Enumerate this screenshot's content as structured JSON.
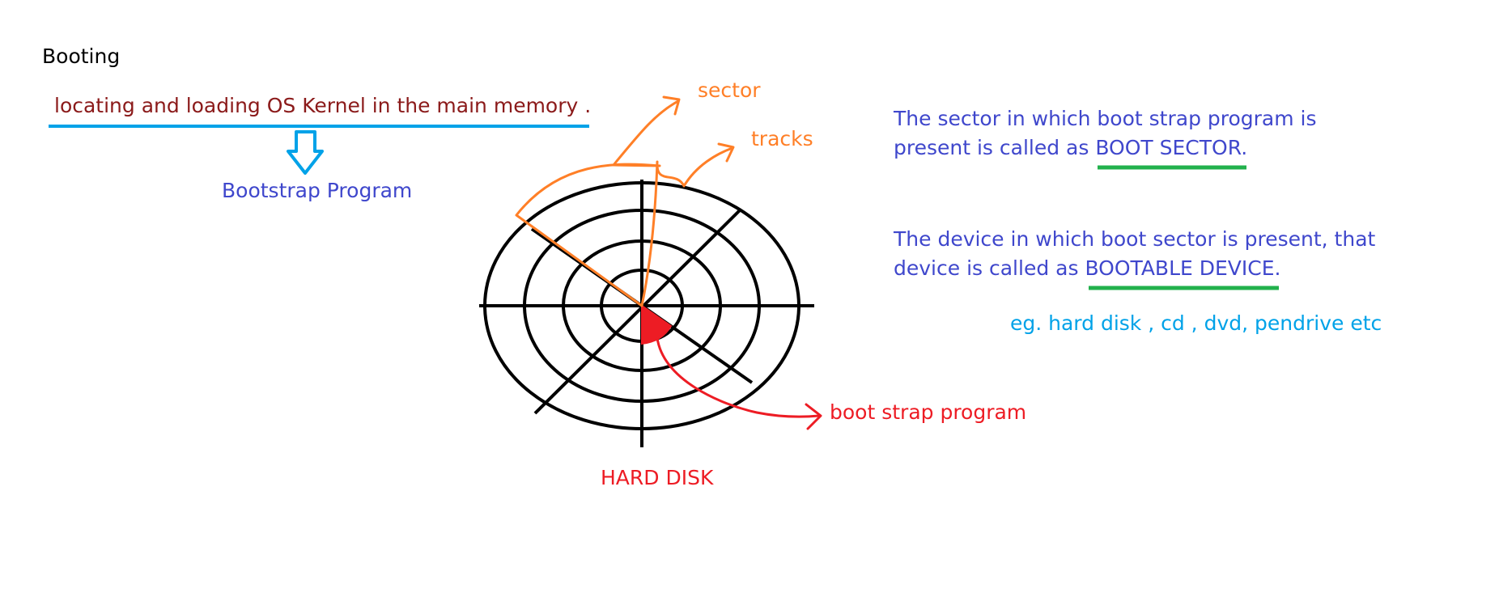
{
  "title": "Booting",
  "definition": "locating and loading OS Kernel in the main memory .",
  "bootstrap_program": "Bootstrap Program",
  "disk_labels": {
    "sector": "sector",
    "tracks": "tracks",
    "boot_strap_program": "boot strap program",
    "hard_disk": "HARD DISK"
  },
  "boot_sector_note": {
    "line1": "The sector in which boot strap program is",
    "line2_prefix": "present is called as ",
    "term": "BOOT SECTOR",
    "suffix": "."
  },
  "bootable_device_note": {
    "line1": "The device in which boot sector is present, that",
    "line2_prefix": "device is called as ",
    "term": "BOOTABLE DEVICE",
    "suffix": "."
  },
  "examples": "eg. hard disk , cd , dvd, pendrive etc",
  "colors": {
    "definition": "#8b1a1a",
    "underline_blue": "#00a2e8",
    "text_blue": "#3f47cc",
    "orange": "#ff7f27",
    "red": "#ed1c24",
    "green": "#22b14c"
  }
}
